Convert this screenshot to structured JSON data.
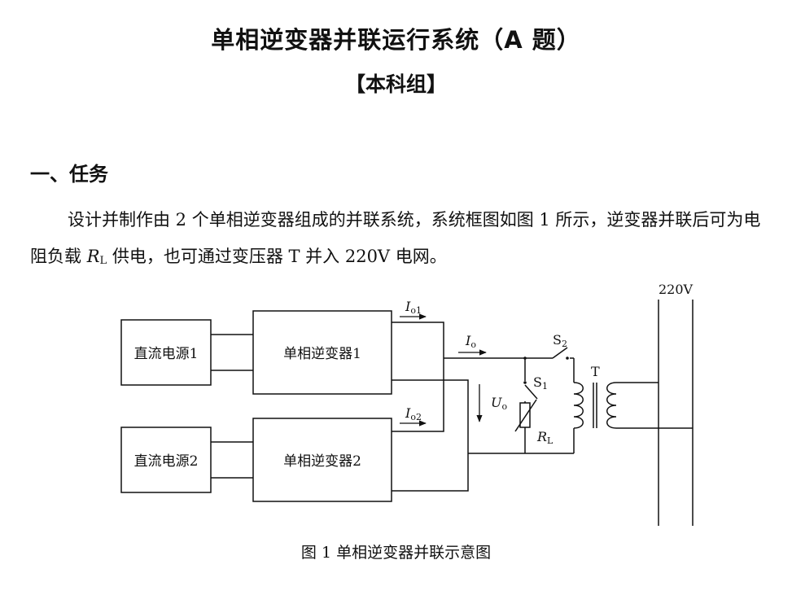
{
  "document": {
    "title": "单相逆变器并联运行系统（A 题）",
    "subtitle": "【本科组】",
    "section_heading": "一、任务",
    "paragraph": {
      "part1": "设计并制作由 2 个单相逆变器组成的并联系统，系统框图如图 1 所示，逆变器并联后可为电阻负载 ",
      "load_symbol": "R",
      "load_sub": "L",
      "part2": " 供电，也可通过变压器 T 并入 220V 电网。"
    },
    "figure": {
      "caption": "图 1  单相逆变器并联示意图",
      "blocks": {
        "dc_source_1": "直流电源1",
        "dc_source_2": "直流电源2",
        "inverter_1": "单相逆变器1",
        "inverter_2": "单相逆变器2"
      },
      "labels": {
        "grid": "220V",
        "io1": "I",
        "io1_sub": "o1",
        "io2": "I",
        "io2_sub": "o2",
        "io": "I",
        "io_sub": "o",
        "uo": "U",
        "uo_sub": "o",
        "s1": "S",
        "s1_sub": "1",
        "s2": "S",
        "s2_sub": "2",
        "rl": "R",
        "rl_sub": "L",
        "transformer": "T"
      }
    }
  }
}
